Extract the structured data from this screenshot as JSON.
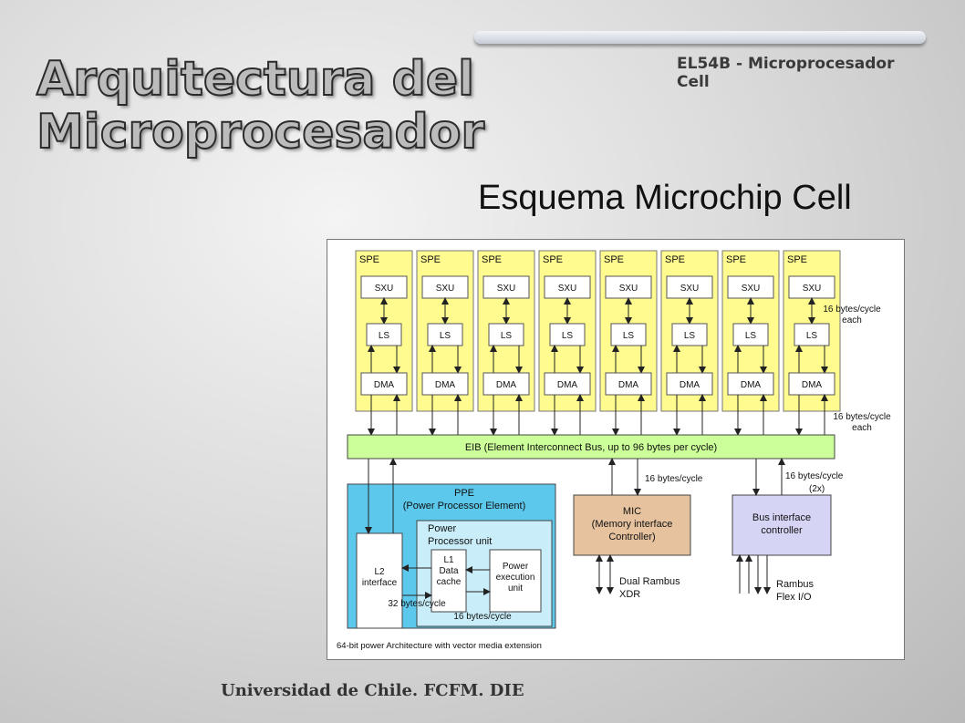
{
  "header": {
    "course": "EL54B - Microprocesador Cell"
  },
  "title": {
    "line1": "Arquitectura del",
    "line2": "Microprocesador"
  },
  "subtitle": "Esquema Microchip Cell",
  "footer": "Universidad de Chile. FCFM. DIE",
  "diagram": {
    "spe": {
      "label": "SPE",
      "sxu": "SXU",
      "ls": "LS",
      "dma": "DMA",
      "count": 8,
      "bandwidth_top_1": "16 bytes/cycle",
      "bandwidth_top_2": "each",
      "bandwidth_bus_1": "16 bytes/cycle",
      "bandwidth_bus_2": "each"
    },
    "eib": "EIB (Element Interconnect Bus, up to 96 bytes per cycle)",
    "ppe": {
      "title_1": "PPE",
      "title_2": "(Power Processor Element)",
      "unit_1": "Power",
      "unit_2": "Processor unit",
      "l2_1": "L2",
      "l2_2": "interface",
      "l1_1": "L1",
      "l1_2": "Data",
      "l1_3": "cache",
      "exec_1": "Power",
      "exec_2": "execution",
      "exec_3": "unit",
      "bw_32": "32 bytes/cycle",
      "bw_16": "16 bytes/cycle",
      "caption": "64-bit power Architecture with vector media extension"
    },
    "mic": {
      "line1": "MIC",
      "line2": "(Memory interface",
      "line3": "Controller)",
      "bw": "16 bytes/cycle",
      "ext_1": "Dual Rambus",
      "ext_2": "XDR"
    },
    "bic": {
      "line1": "Bus interface",
      "line2": "controller",
      "bw_1": "16 bytes/cycle",
      "bw_2": "(2x)",
      "ext_1": "Rambus",
      "ext_2": "Flex I/O"
    },
    "colors": {
      "spe_fill": "#fffb8f",
      "eib_fill": "#ccff99",
      "ppe_fill": "#5bc8ec",
      "ppu_fill": "#c9eefa",
      "mic_fill": "#e6c29f",
      "bic_fill": "#d6d4f4"
    }
  }
}
